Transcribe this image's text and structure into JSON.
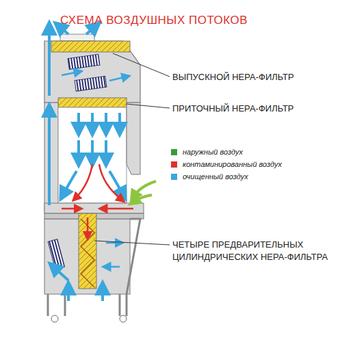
{
  "diagram": {
    "title": "СХЕМА ВОЗДУШНЫХ ПОТОКОВ",
    "labels": [
      "ВЫПУСКНОЙ НЕРА-ФИЛЬТР",
      "ПРИТОЧНЫЙ НЕРА-ФИЛЬТР",
      "ЧЕТЫРЕ ПРЕДВАРИТЕЛЬНЫХ ЦИЛИНДРИЧЕСКИХ НЕРА-ФИЛЬТРА"
    ],
    "legend": [
      {
        "text": "наружный воздух",
        "color": "#3a9a3a"
      },
      {
        "text": "контаминированный воздух",
        "color": "#e0302a"
      },
      {
        "text": "очищенный воздух",
        "color": "#3aa6dd"
      }
    ]
  }
}
